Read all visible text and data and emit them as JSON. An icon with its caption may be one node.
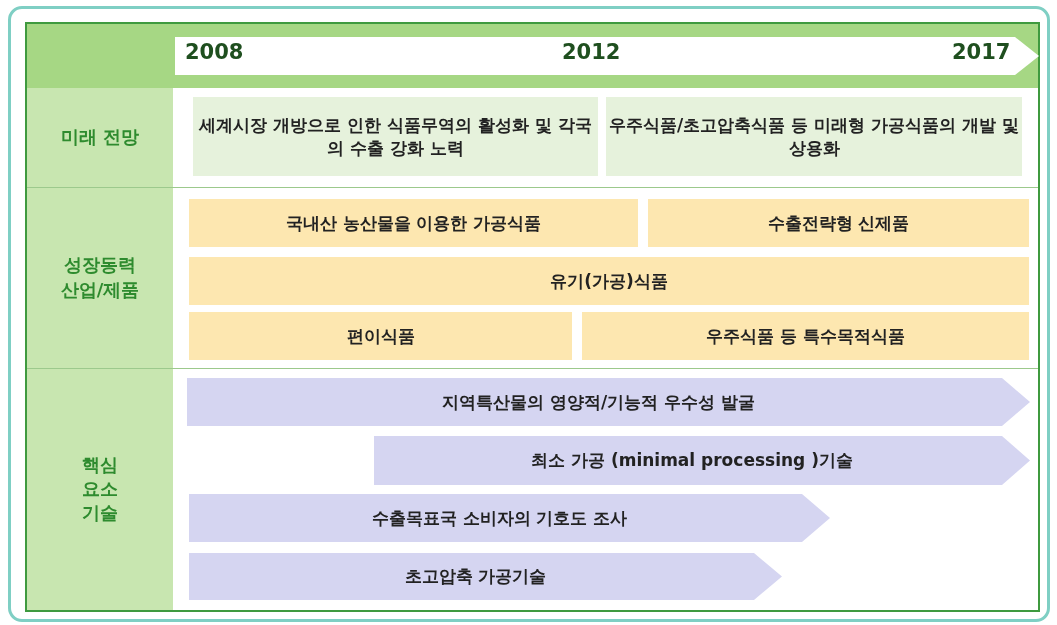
{
  "diagram": {
    "nodes": [
      {
        "text": [
          "미래 전망"
        ]
      },
      {
        "text": [
          "세계시장 개방으로 인한 식품무역의 활성화 및 각국의 수출 강화 노력"
        ]
      },
      {
        "text": [
          "우주식품/초고압축식품 등 미래형 가공식품의 개발 및 상용화"
        ]
      },
      {
        "text": [
          "성장동력 산업/제품"
        ]
      },
      {
        "text": [
          "국내산 농산물을 이용한 가공식품"
        ]
      },
      {
        "text": [
          "수출전략형 신제품"
        ]
      },
      {
        "text": [
          "유기(가공)식품"
        ]
      },
      {
        "text": [
          "편이식품"
        ]
      },
      {
        "text": [
          "우주식품 등 특수목적식품"
        ]
      },
      {
        "text": [
          "핵심 요소 기술"
        ]
      },
      {
        "text": [
          "지역특산물의 영양적/기능적 우수성 발굴"
        ]
      },
      {
        "text": [
          "최소 가공 (minimal processing )기술"
        ]
      },
      {
        "text": [
          "수출목표국 소비자의 기호도 조사"
        ]
      },
      {
        "text": [
          "초고압축 가공기술"
        ]
      }
    ],
    "labels": [
      "2008",
      "2012",
      "2017"
    ]
  }
}
